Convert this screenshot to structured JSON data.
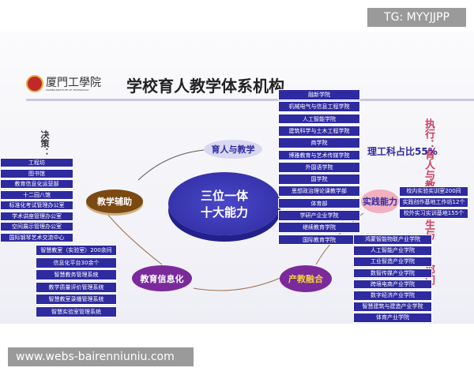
{
  "header": {
    "school_name": "厦門工學院",
    "school_name_en": "XIAMEN INSTITUTE OF TECHNOLOGY",
    "title": "学校育人教学体系机构"
  },
  "center": {
    "line1": "三位一体",
    "line2": "十大能力"
  },
  "nodes": {
    "teaching": "育人与教学",
    "support": "教学辅助",
    "info": "教育信息化",
    "industry": "产教融合",
    "practice": "实践能力"
  },
  "side_labels": {
    "decision": "决策：",
    "execute": "执行：育人与教",
    "execute2": "生与",
    "execute3": "部门",
    "ratio": "理工科占比55%"
  },
  "support_items": [
    "工程坊",
    "图书馆",
    "教育信息化运营部",
    "十二园八馆",
    "标准化考试管理办公室",
    "学术讲座管理办公室",
    "空间展示管理办公室",
    "国际钢琴艺术交流中心"
  ],
  "college_items": [
    "融新学院",
    "机械电气与信息工程学院",
    "人工智能学院",
    "建筑科学与土木工程学院",
    "商学院",
    "博雅教育与艺术传媒学院",
    "外国语学院",
    "国学院",
    "思想政治理论课教学部",
    "体育部",
    "学研产企业学院",
    "继续教育学院",
    "国际教育学院"
  ],
  "info_items": [
    "智慧教室（实验室）200余间",
    "信息化平台30余个",
    "智慧教务管理系统",
    "教学质量评价管理系统",
    "智慧教室录播管理系统",
    "智慧实验室管理系统"
  ],
  "practice_items": [
    "校内实验实训室200间",
    "实践创作基地工作坊12个",
    "校外实习实训基地155个"
  ],
  "industry_items": [
    "鸿蒙智能物联产业学院",
    "人工智能产业学院",
    "工业智造产业学院",
    "数智传媒产业学院",
    "跨境电商产业学院",
    "数字经济产业学院",
    "智慧建筑与建造产业学院",
    "体育产业学院"
  ],
  "watermarks": {
    "top": "TG: MYYJJPP",
    "bottom": "www.webs-bairenniuniu.com"
  },
  "colors": {
    "box": "#2e2aa0",
    "center": "#3a3ab8",
    "support": "#7a4a10",
    "info": "#7a2a9a",
    "industry": "#7a2a9a",
    "practice": "#f0a0b0"
  }
}
